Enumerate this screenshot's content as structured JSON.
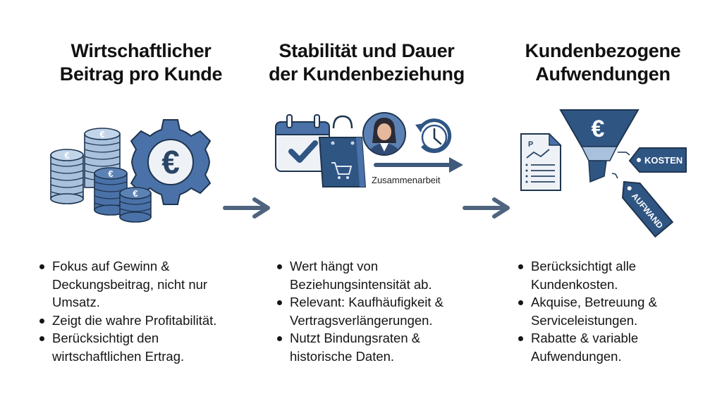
{
  "colors": {
    "dark_blue": "#2f5583",
    "mid_blue": "#4a72a8",
    "light_blue": "#a9c1dd",
    "outline": "#1f3550",
    "arrow": "#4f647d",
    "paper": "#eef2f7"
  },
  "columns": [
    {
      "title_lines": [
        "Wirtschaftlicher",
        "Beitrag pro Kunde"
      ],
      "icon": "coins-and-euro-gear-icon",
      "bullets": [
        "Fokus auf Gewinn & Deckungsbeitrag, nicht nur Umsatz.",
        "Zeigt die wahre Profitabilität.",
        "Berücksichtigt den wirtschaftlichen Ertrag."
      ]
    },
    {
      "title_lines": [
        "Stabilität und Dauer",
        "der Kundenbeziehung"
      ],
      "icon": "calendar-bag-person-clock-icon",
      "icon_caption": "Zusammenarbeit",
      "bullets": [
        "Wert hängt von Beziehungsintensität ab.",
        "Relevant: Kaufhäufigkeit & Vertragsverlängerungen.",
        "Nutzt Bindungsraten & historische Daten."
      ]
    },
    {
      "title_lines": [
        "Kundenbezogene",
        "Aufwendungen"
      ],
      "icon": "report-funnel-tags-icon",
      "tags": [
        "KOSTEN",
        "AUFWAND"
      ],
      "document_label": "P",
      "bullets": [
        "Berücksichtigt alle Kundenkosten.",
        "Akquise, Betreuung & Serviceleistungen.",
        "Rabatte & variable Aufwendungen."
      ]
    }
  ],
  "connectors": [
    "arrow-right-icon",
    "arrow-right-icon"
  ]
}
